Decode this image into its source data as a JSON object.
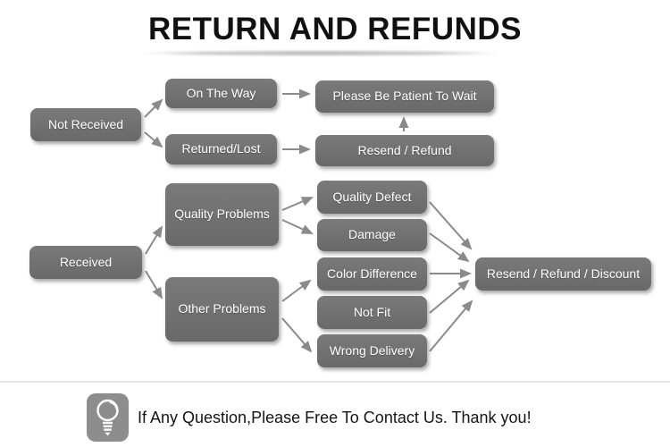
{
  "header": {
    "title": "RETURN AND REFUNDS"
  },
  "colors": {
    "node_fill": "#707070",
    "node_text": "#ffffff",
    "arrow": "#8a8a8a",
    "divider": "#e3e3e3",
    "icon_background": "#8d8d8d",
    "title_text": "#111111"
  },
  "flow": {
    "nodes": [
      {
        "id": "not-received",
        "label": "Not Received"
      },
      {
        "id": "on-the-way",
        "label": "On The Way"
      },
      {
        "id": "returned-lost",
        "label": "Returned/Lost"
      },
      {
        "id": "please-wait",
        "label": "Please Be Patient To Wait"
      },
      {
        "id": "resend-refund",
        "label": "Resend / Refund"
      },
      {
        "id": "received",
        "label": "Received"
      },
      {
        "id": "quality-problems",
        "label": "Quality Problems"
      },
      {
        "id": "other-problems",
        "label": "Other Problems"
      },
      {
        "id": "quality-defect",
        "label": "Quality Defect"
      },
      {
        "id": "damage",
        "label": "Damage"
      },
      {
        "id": "color-difference",
        "label": "Color Difference"
      },
      {
        "id": "not-fit",
        "label": "Not Fit"
      },
      {
        "id": "wrong-delivery",
        "label": "Wrong Delivery"
      },
      {
        "id": "resend-refund-discount",
        "label": "Resend / Refund / Discount"
      }
    ],
    "edges": [
      {
        "from": "not-received",
        "to": "on-the-way"
      },
      {
        "from": "not-received",
        "to": "returned-lost"
      },
      {
        "from": "on-the-way",
        "to": "please-wait"
      },
      {
        "from": "returned-lost",
        "to": "resend-refund"
      },
      {
        "from": "resend-refund",
        "to": "please-wait"
      },
      {
        "from": "received",
        "to": "quality-problems"
      },
      {
        "from": "received",
        "to": "other-problems"
      },
      {
        "from": "quality-problems",
        "to": "quality-defect"
      },
      {
        "from": "quality-problems",
        "to": "damage"
      },
      {
        "from": "other-problems",
        "to": "color-difference"
      },
      {
        "from": "other-problems",
        "to": "wrong-delivery"
      },
      {
        "from": "quality-defect",
        "to": "resend-refund-discount"
      },
      {
        "from": "damage",
        "to": "resend-refund-discount"
      },
      {
        "from": "color-difference",
        "to": "resend-refund-discount"
      },
      {
        "from": "not-fit",
        "to": "resend-refund-discount"
      },
      {
        "from": "wrong-delivery",
        "to": "resend-refund-discount"
      }
    ]
  },
  "footer": {
    "icon": "lightbulb-icon",
    "note": "If Any Question,Please Free To Contact Us. Thank you!"
  }
}
